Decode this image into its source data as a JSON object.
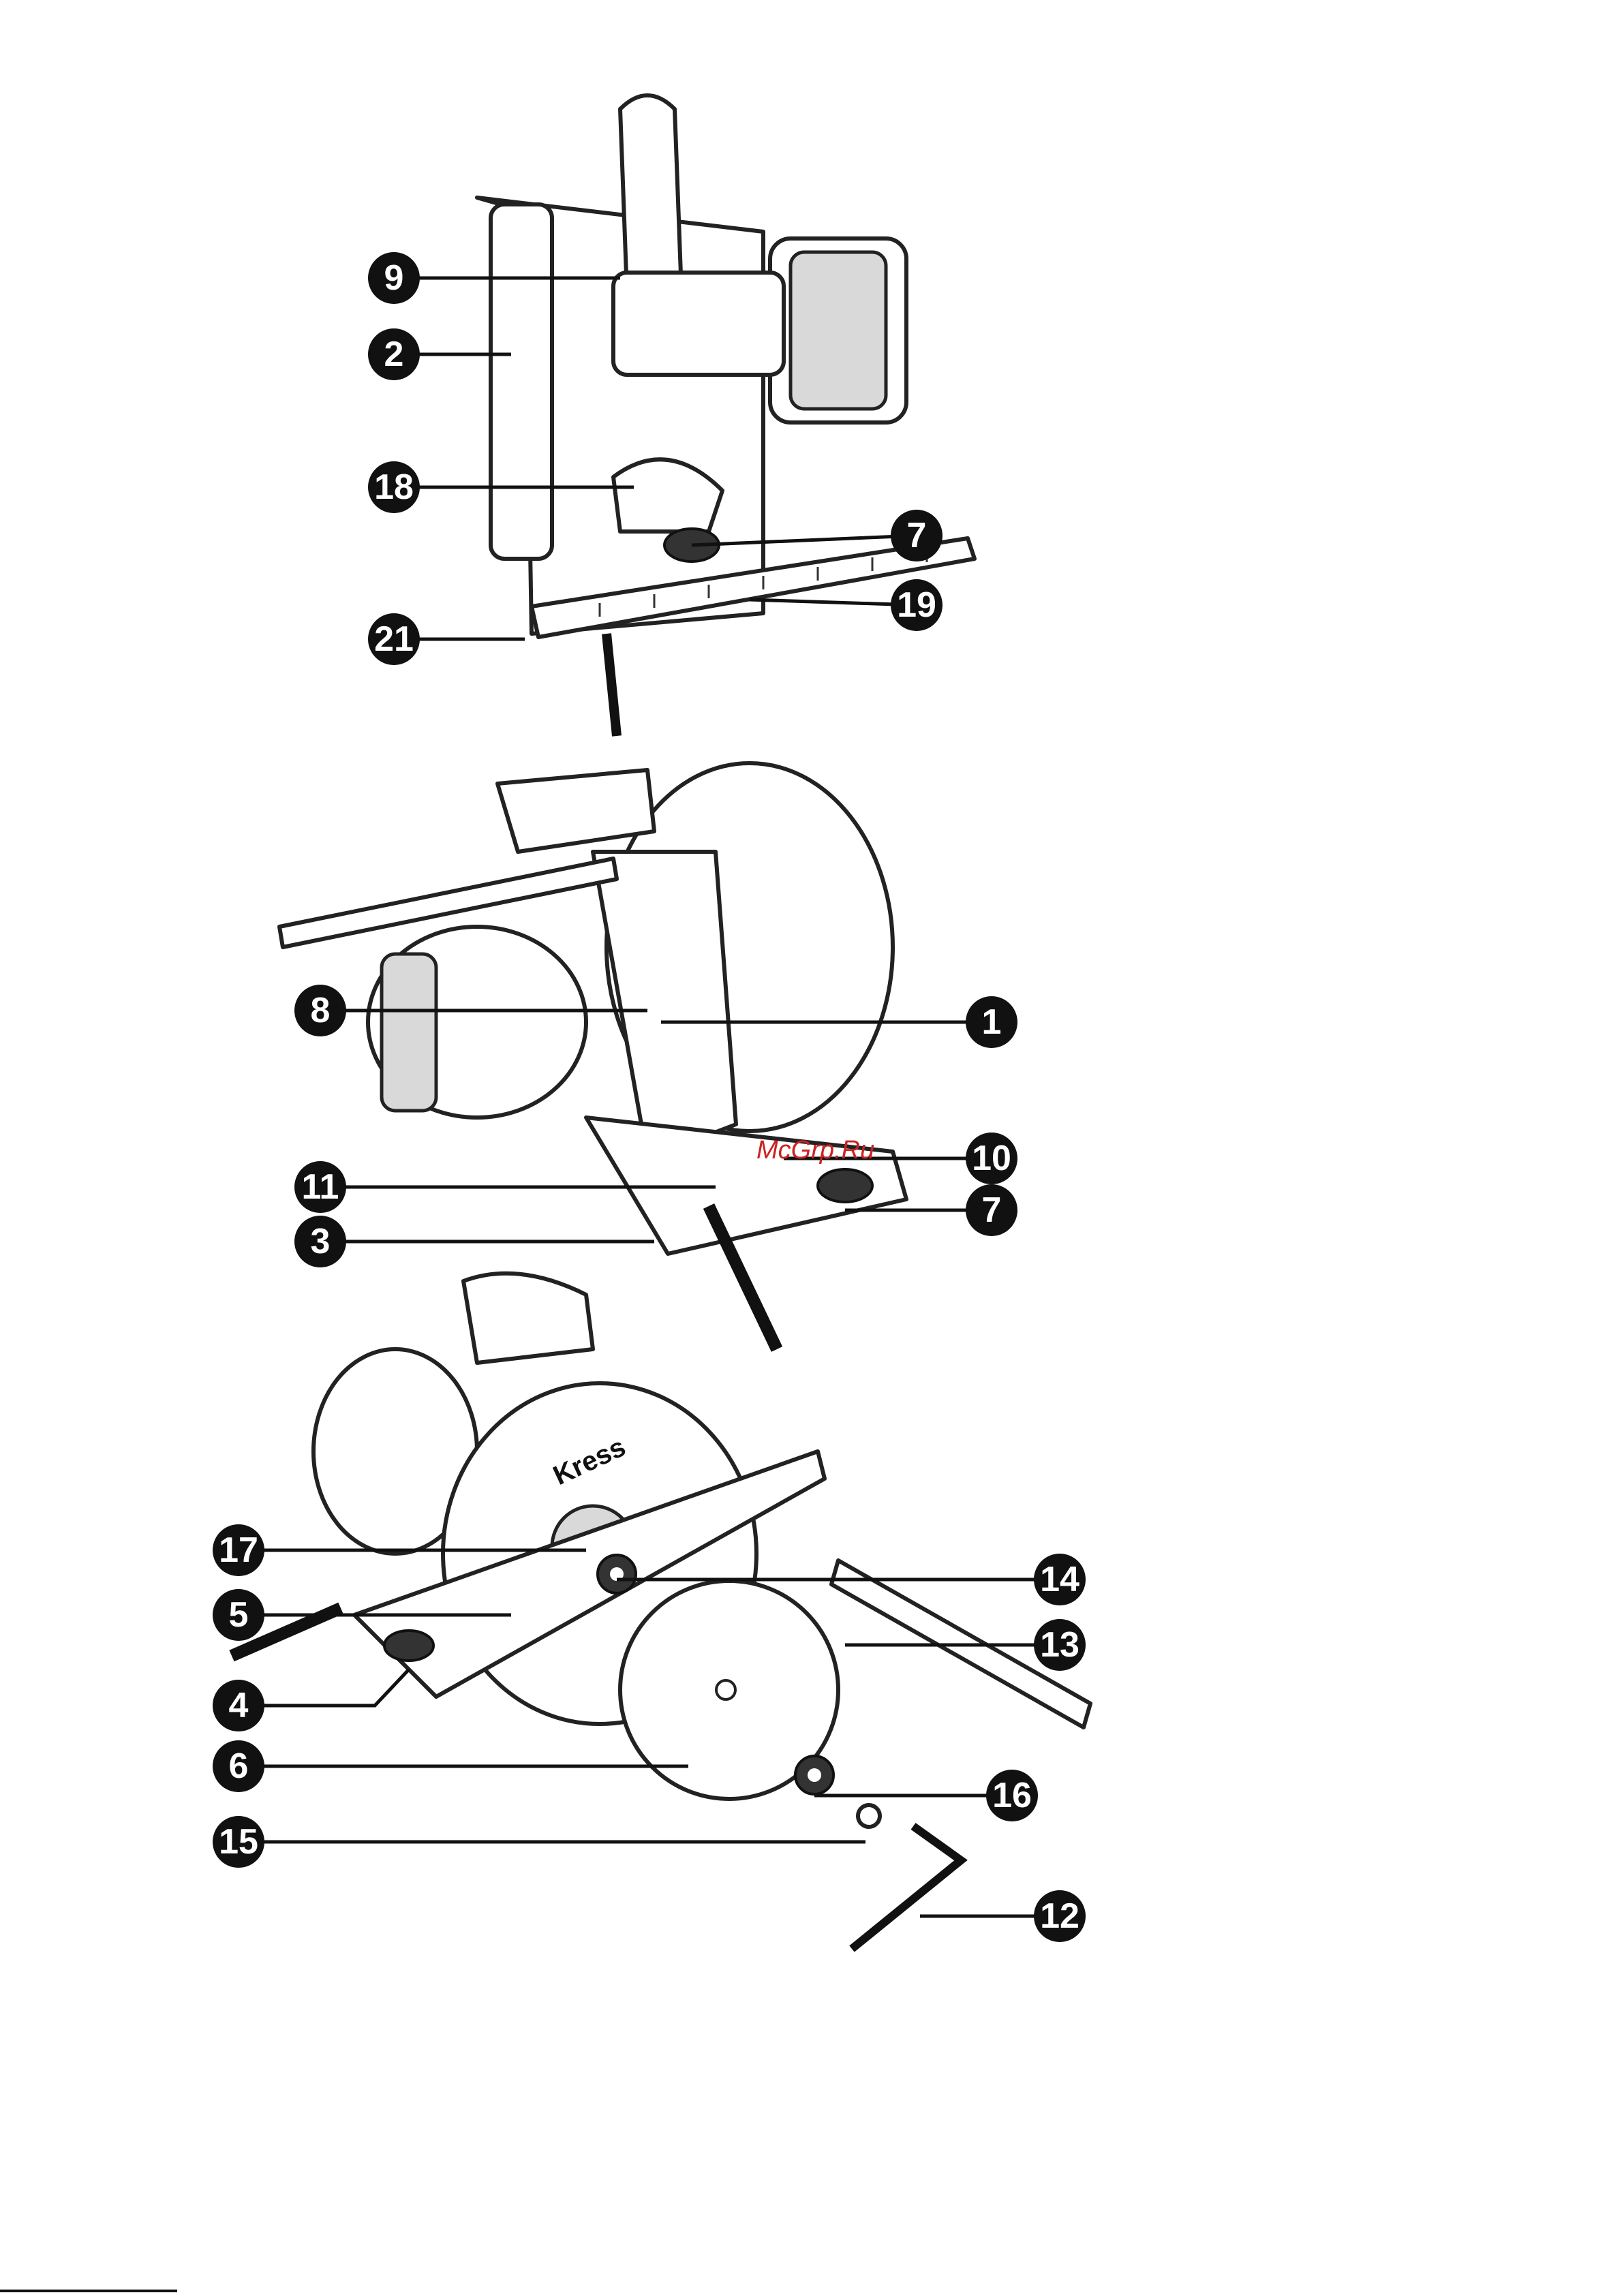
{
  "callouts": [
    {
      "id": "c9",
      "label": "9"
    },
    {
      "id": "c2",
      "label": "2"
    },
    {
      "id": "c18",
      "label": "18"
    },
    {
      "id": "c7a",
      "label": "7"
    },
    {
      "id": "c19",
      "label": "19"
    },
    {
      "id": "c21",
      "label": "21"
    },
    {
      "id": "c8",
      "label": "8"
    },
    {
      "id": "c1",
      "label": "1"
    },
    {
      "id": "c10",
      "label": "10"
    },
    {
      "id": "c11",
      "label": "11"
    },
    {
      "id": "c7b",
      "label": "7"
    },
    {
      "id": "c3",
      "label": "3"
    },
    {
      "id": "c17",
      "label": "17"
    },
    {
      "id": "c14",
      "label": "14"
    },
    {
      "id": "c5",
      "label": "5"
    },
    {
      "id": "c13",
      "label": "13"
    },
    {
      "id": "c4",
      "label": "4"
    },
    {
      "id": "c6",
      "label": "6"
    },
    {
      "id": "c16",
      "label": "16"
    },
    {
      "id": "c15",
      "label": "15"
    },
    {
      "id": "c12",
      "label": "12"
    }
  ],
  "watermark": "McGrp.Ru",
  "brand_logo": "Kress"
}
